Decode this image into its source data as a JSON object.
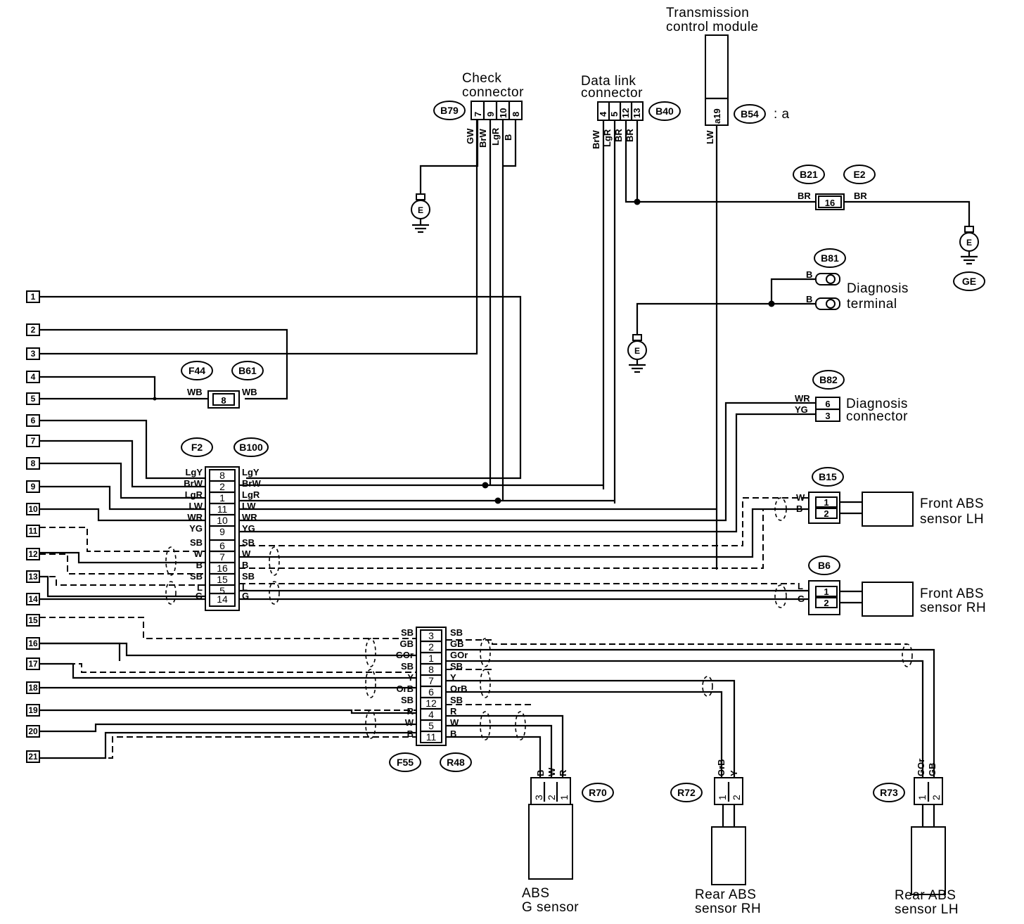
{
  "labels": {
    "tcm": [
      "Transmission",
      "control module"
    ],
    "check": [
      "Check",
      "connector"
    ],
    "dlc": [
      "Data link",
      "connector"
    ],
    "diag_terminal": [
      "Diagnosis",
      "terminal"
    ],
    "diag_connector": [
      "Diagnosis",
      "connector"
    ],
    "front_lh": [
      "Front ABS",
      "sensor LH"
    ],
    "front_rh": [
      "Front ABS",
      "sensor RH"
    ],
    "g_sensor": [
      "ABS",
      "G sensor"
    ],
    "rear_rh": [
      "Rear ABS",
      "sensor RH"
    ],
    "rear_lh": [
      "Rear ABS",
      "sensor LH"
    ],
    "b54_suffix": ": a"
  },
  "tags": {
    "b79": "B79",
    "b40": "B40",
    "b54": "B54",
    "b21": "B21",
    "e2": "E2",
    "ge": "GE",
    "b81": "B81",
    "f44": "F44",
    "b61": "B61",
    "b82": "B82",
    "f2": "F2",
    "b100": "B100",
    "b15": "B15",
    "b6": "B6",
    "f55": "F55",
    "r48": "R48",
    "r70": "R70",
    "r72": "R72",
    "r73": "R73"
  },
  "ground_symbol": "E",
  "terminals": [
    "1",
    "2",
    "3",
    "4",
    "5",
    "6",
    "7",
    "8",
    "9",
    "10",
    "11",
    "12",
    "13",
    "14",
    "15",
    "16",
    "17",
    "18",
    "19",
    "20",
    "21"
  ],
  "check_pins": [
    "7",
    "9",
    "10",
    "8"
  ],
  "check_wires": [
    "GW",
    "BrW",
    "LgR",
    "B"
  ],
  "dlc_pins": [
    "4",
    "5",
    "12",
    "13"
  ],
  "dlc_wires": [
    "BrW",
    "LgR",
    "BR",
    "BR"
  ],
  "b54": {
    "pin": "a19",
    "wire": "LW"
  },
  "b21": {
    "pin": "16",
    "wire_left": "BR",
    "wire_right": "BR"
  },
  "b81_wires": [
    "B",
    "B"
  ],
  "b61": {
    "pin": "8",
    "wire_left": "WB",
    "wire_right": "WB"
  },
  "b82": {
    "pins": [
      "6",
      "3"
    ],
    "wires": [
      "WR",
      "YG"
    ]
  },
  "f2_pins": [
    "8",
    "2",
    "1",
    "11",
    "10",
    "9",
    "6",
    "7",
    "16",
    "15",
    "5",
    "14"
  ],
  "f2_wires": [
    "LgY",
    "BrW",
    "LgR",
    "LW",
    "WR",
    "YG",
    "SB",
    "W",
    "B",
    "SB",
    "L",
    "G"
  ],
  "b15": {
    "pins": [
      "1",
      "2"
    ],
    "wires": [
      "W",
      "B"
    ]
  },
  "b6": {
    "pins": [
      "1",
      "2"
    ],
    "wires": [
      "L",
      "G"
    ]
  },
  "f55_pins": [
    "3",
    "2",
    "1",
    "8",
    "7",
    "6",
    "12",
    "4",
    "5",
    "11"
  ],
  "f55_wires": [
    "SB",
    "GB",
    "GOr",
    "SB",
    "Y",
    "OrB",
    "SB",
    "R",
    "W",
    "B"
  ],
  "r70": {
    "pins": [
      "3",
      "2",
      "1"
    ],
    "wires": [
      "B",
      "W",
      "R"
    ]
  },
  "r72": {
    "pins": [
      "1",
      "2"
    ],
    "wires": [
      "OrB",
      "Y"
    ]
  },
  "r73": {
    "pins": [
      "1",
      "2"
    ],
    "wires": [
      "GOr",
      "GB"
    ]
  }
}
